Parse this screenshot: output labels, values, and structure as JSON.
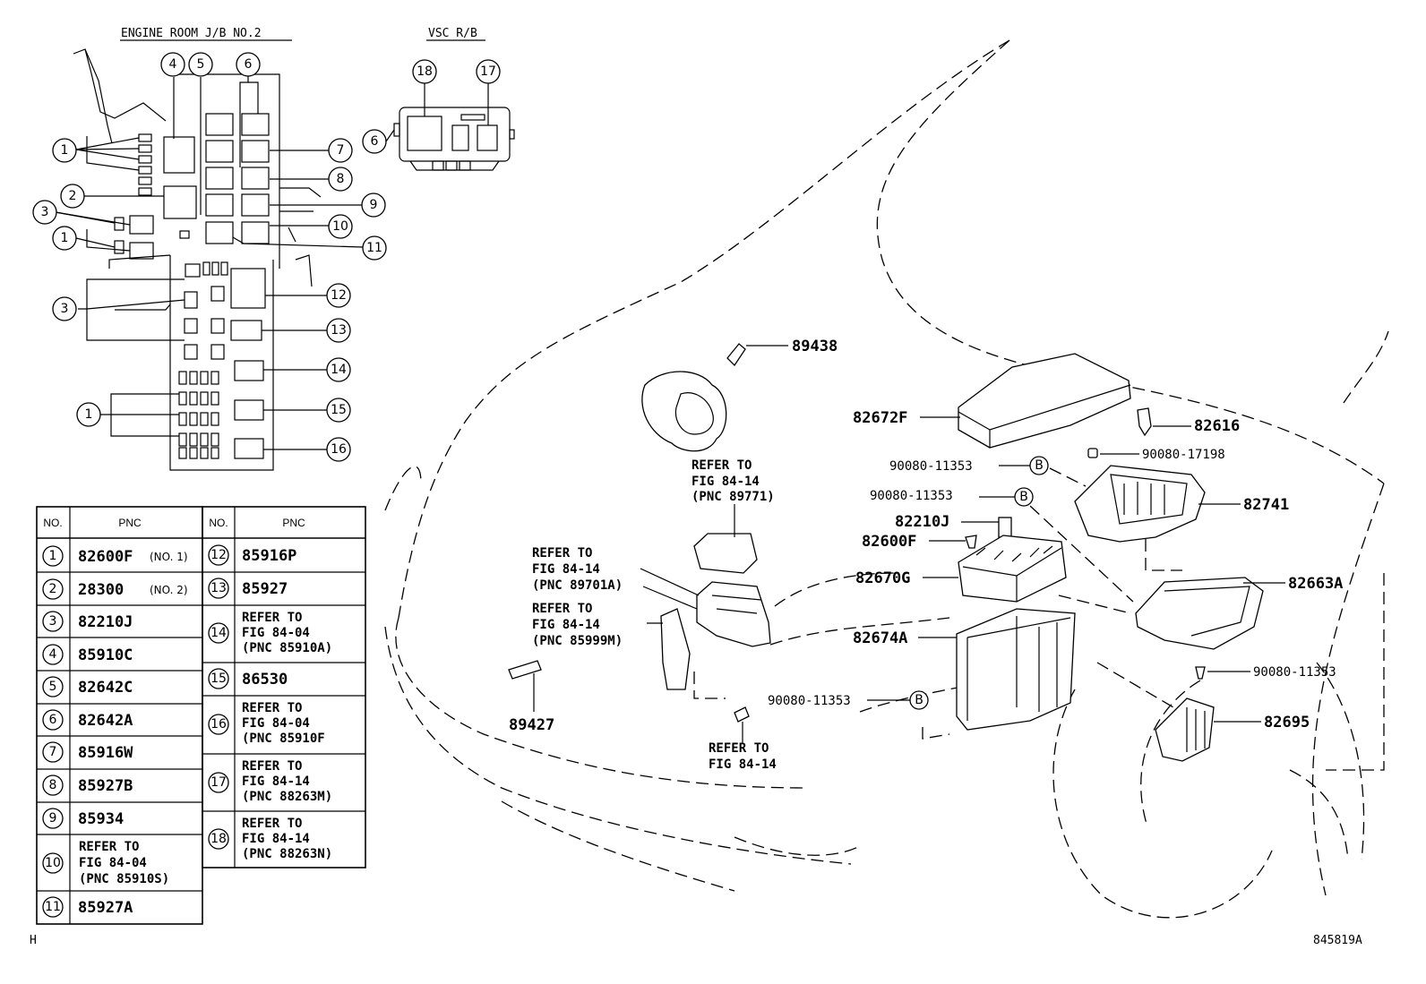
{
  "headers": {
    "engine_room_jb": "ENGINE ROOM J/B NO.2",
    "vsc_rb": "VSC R/B"
  },
  "jb_callouts": [
    "1",
    "2",
    "3",
    "1",
    "3",
    "1",
    "4",
    "5",
    "6",
    "7",
    "8",
    "9",
    "10",
    "11",
    "12",
    "13",
    "14",
    "15",
    "16"
  ],
  "vsc_callouts": [
    "18",
    "17",
    "6"
  ],
  "table": {
    "col_no": "NO.",
    "col_pnc": "PNC",
    "left_rows": [
      {
        "no": "1",
        "pnc": "82600F",
        "note": "(NO. 1)"
      },
      {
        "no": "2",
        "pnc": "28300",
        "note": "(NO. 2)"
      },
      {
        "no": "3",
        "pnc": "82210J",
        "note": ""
      },
      {
        "no": "4",
        "pnc": "85910C",
        "note": ""
      },
      {
        "no": "5",
        "pnc": "82642C",
        "note": ""
      },
      {
        "no": "6",
        "pnc": "82642A",
        "note": ""
      },
      {
        "no": "7",
        "pnc": "85916W",
        "note": ""
      },
      {
        "no": "8",
        "pnc": "85927B",
        "note": ""
      },
      {
        "no": "9",
        "pnc": "85934",
        "note": ""
      },
      {
        "no": "10",
        "ref1": "REFER TO",
        "ref2": "FIG  84-04",
        "ref3": "(PNC 85910S)"
      },
      {
        "no": "11",
        "pnc": "85927A",
        "note": ""
      }
    ],
    "right_rows": [
      {
        "no": "12",
        "pnc": "85916P"
      },
      {
        "no": "13",
        "pnc": "85927"
      },
      {
        "no": "14",
        "ref1": "REFER TO",
        "ref2": "FIG  84-04",
        "ref3": "(PNC 85910A)"
      },
      {
        "no": "15",
        "pnc": "86530"
      },
      {
        "no": "16",
        "ref1": "REFER TO",
        "ref2": "FIG  84-04",
        "ref3": "(PNC 85910F"
      },
      {
        "no": "17",
        "ref1": "REFER TO",
        "ref2": "FIG  84-14",
        "ref3": "(PNC 88263M)"
      },
      {
        "no": "18",
        "ref1": "REFER TO",
        "ref2": "FIG  84-14",
        "ref3": "(PNC 88263N)"
      }
    ]
  },
  "parts": {
    "p89438": "89438",
    "p82672F": "82672F",
    "p82616": "82616",
    "p90080_17198": "90080-17198",
    "p90080_11353_a": "90080-11353",
    "p90080_11353_b": "90080-11353",
    "p82741": "82741",
    "p82210J": "82210J",
    "p82600F": "82600F",
    "p82670G": "82670G",
    "p82663A": "82663A",
    "p82674A": "82674A",
    "p90080_11353_c": "90080-11353",
    "p90080_11353_d": "90080-11353",
    "p82695": "82695",
    "p89427": "89427",
    "badge_b": "B"
  },
  "refs": {
    "r1": [
      "REFER TO",
      "FIG  84-14",
      "(PNC 89771)"
    ],
    "r2": [
      "REFER TO",
      "FIG  84-14",
      "(PNC 89701A)"
    ],
    "r3": [
      "REFER TO",
      "FIG  84-14",
      "(PNC 85999M)"
    ],
    "r4": [
      "REFER TO",
      "FIG  84-14"
    ]
  },
  "corners": {
    "left": "H",
    "right": "845819A"
  }
}
